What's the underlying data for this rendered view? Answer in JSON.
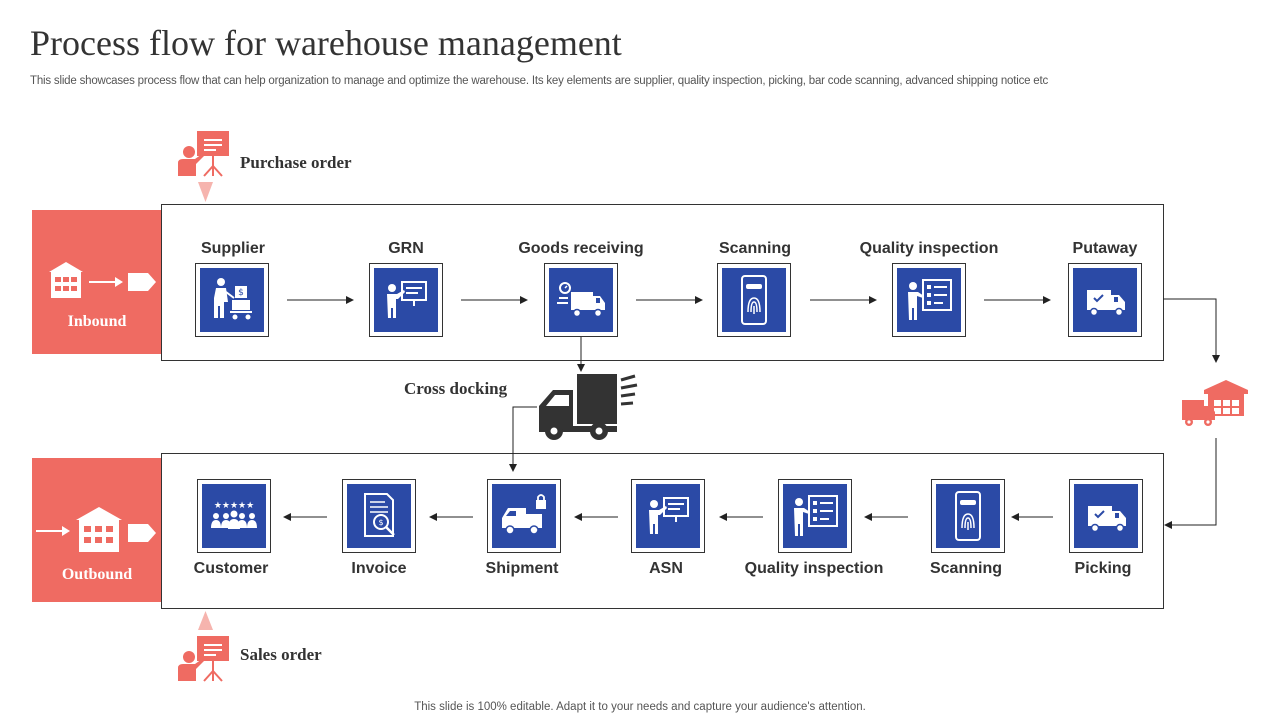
{
  "title": "Process flow for warehouse management",
  "subtitle": "This slide showcases process flow that can help organization to manage and optimize the warehouse. Its key elements are supplier, quality inspection, picking, bar code scanning, advanced shipping notice etc",
  "inbound": {
    "label": "Inbound",
    "steps": [
      {
        "label": "Supplier",
        "icon": "supplier-cart-icon"
      },
      {
        "label": "GRN",
        "icon": "presenter-board-icon"
      },
      {
        "label": "Goods receiving",
        "icon": "delivery-truck-icon"
      },
      {
        "label": "Scanning",
        "icon": "fingerprint-phone-icon"
      },
      {
        "label": "Quality inspection",
        "icon": "inspection-board-icon"
      },
      {
        "label": "Putaway",
        "icon": "checked-truck-icon"
      }
    ]
  },
  "outbound": {
    "label": "Outbound",
    "steps": [
      {
        "label": "Customer",
        "icon": "customer-rating-icon"
      },
      {
        "label": "Invoice",
        "icon": "invoice-icon"
      },
      {
        "label": "Shipment",
        "icon": "locked-van-icon"
      },
      {
        "label": "ASN",
        "icon": "presenter-board-icon"
      },
      {
        "label": "Quality inspection",
        "icon": "inspection-board-icon"
      },
      {
        "label": "Scanning",
        "icon": "fingerprint-phone-icon"
      },
      {
        "label": "Picking",
        "icon": "checked-truck-icon"
      }
    ]
  },
  "purchase_order": "Purchase order",
  "sales_order": "Sales order",
  "cross_docking": "Cross docking",
  "footer": "This slide is 100% editable. Adapt it to your needs and capture your audience's attention.",
  "colors": {
    "accent": "#ef6b62",
    "accent_light": "#f6b4ae",
    "step_blue": "#2b4aa6",
    "dark": "#333333"
  }
}
